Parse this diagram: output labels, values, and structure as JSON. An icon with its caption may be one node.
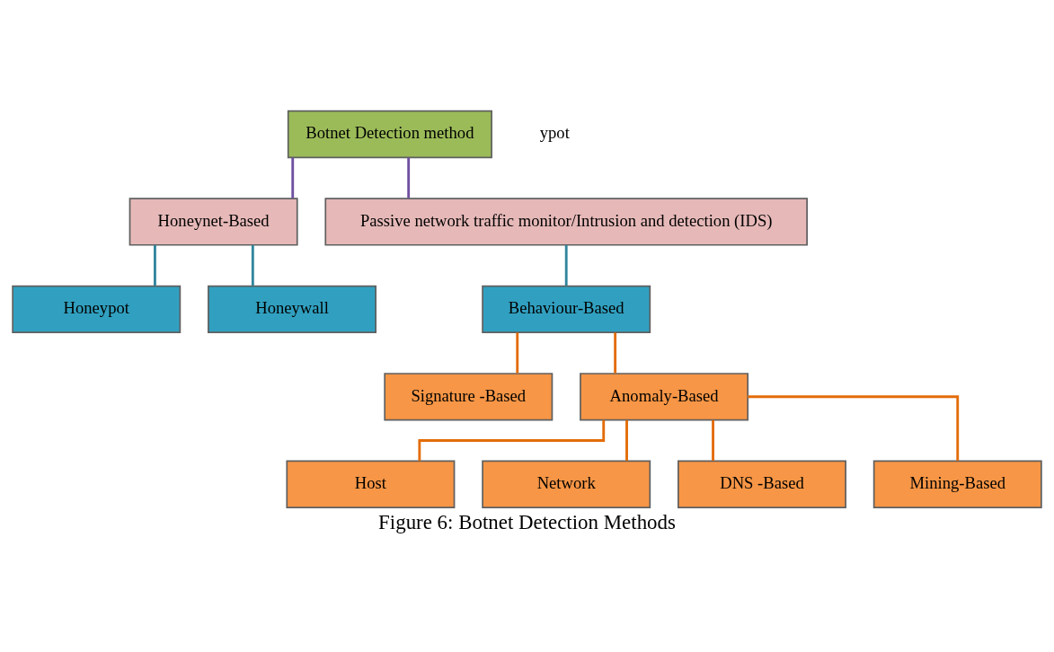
{
  "diagram": {
    "caption": "Figure 6: Botnet Detection Methods",
    "nodes": [
      {
        "text": [
          "Botnet Detection method"
        ]
      },
      {
        "text": [
          "Honeynet-Based"
        ]
      },
      {
        "text": [
          "Passive network traffic monitor/Intrusion and detection (IDS)"
        ]
      },
      {
        "text": [
          "Honeypot"
        ]
      },
      {
        "text": [
          "Honeywall"
        ]
      },
      {
        "text": [
          "Behaviour-Based"
        ]
      },
      {
        "text": [
          "Signature -Based"
        ]
      },
      {
        "text": [
          "Anomaly-Based"
        ]
      },
      {
        "text": [
          "Host"
        ]
      },
      {
        "text": [
          "Network"
        ]
      },
      {
        "text": [
          "DNS -Based"
        ]
      },
      {
        "text": [
          "Mining-Based"
        ]
      }
    ],
    "edges": [
      {
        "from": 0,
        "to": 1,
        "arrow": "none",
        "color": "#7050a0"
      },
      {
        "from": 0,
        "to": 2,
        "arrow": "none",
        "color": "#7050a0"
      },
      {
        "from": 1,
        "to": 3,
        "arrow": "none",
        "color": "#31859c"
      },
      {
        "from": 1,
        "to": 4,
        "arrow": "none",
        "color": "#31859c"
      },
      {
        "from": 2,
        "to": 5,
        "arrow": "none",
        "color": "#31859c"
      },
      {
        "from": 5,
        "to": 6,
        "arrow": "none",
        "color": "#e36c09"
      },
      {
        "from": 5,
        "to": 7,
        "arrow": "none",
        "color": "#e36c09"
      },
      {
        "from": 7,
        "to": 8,
        "arrow": "none",
        "color": "#e36c09"
      },
      {
        "from": 7,
        "to": 9,
        "arrow": "none",
        "color": "#e36c09"
      },
      {
        "from": 7,
        "to": 10,
        "arrow": "none",
        "color": "#e36c09"
      },
      {
        "from": 7,
        "to": 11,
        "arrow": "none",
        "color": "#e36c09"
      }
    ],
    "labels": [
      "ypot"
    ]
  }
}
